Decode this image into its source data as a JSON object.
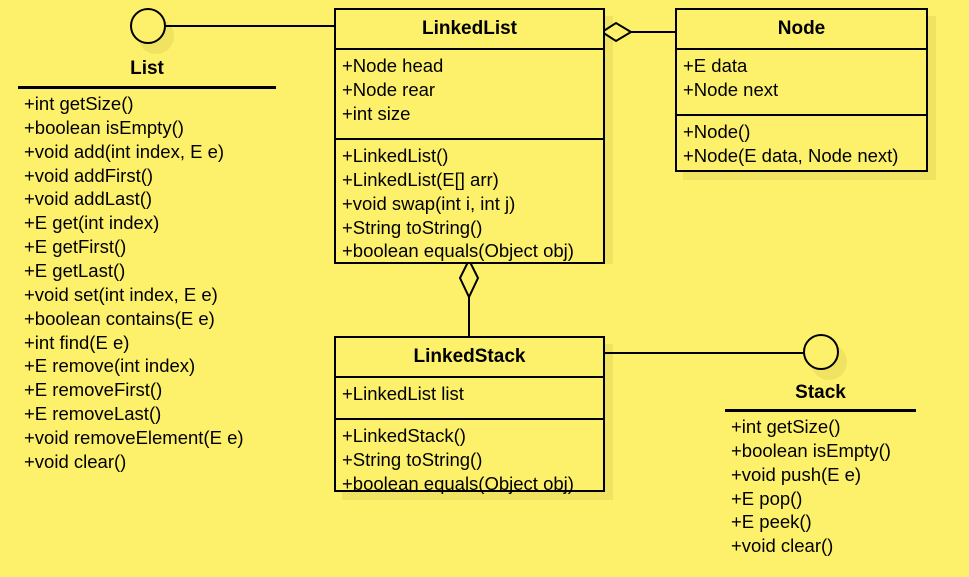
{
  "diagram": {
    "type": "uml-class-diagram",
    "background_color": "#fdf06a",
    "line_color": "#000000"
  },
  "interfaces": [
    {
      "id": "list",
      "name": "List",
      "members": [
        "+int getSize()",
        "+boolean isEmpty()",
        "+void add(int index, E e)",
        "+void addFirst()",
        "+void addLast()",
        "+E get(int index)",
        "+E getFirst()",
        "+E getLast()",
        "+void set(int index, E e)",
        "+boolean contains(E e)",
        "+int find(E e)",
        "+E remove(int index)",
        "+E removeFirst()",
        "+E removeLast()",
        "+void removeElement(E e)",
        "+void clear()"
      ]
    },
    {
      "id": "stack",
      "name": "Stack",
      "members": [
        "+int getSize()",
        "+boolean isEmpty()",
        "+void push(E e)",
        "+E pop()",
        "+E peek()",
        "+void clear()"
      ]
    }
  ],
  "classes": [
    {
      "id": "linkedlist",
      "name": "LinkedList",
      "attributes": [
        "+Node head",
        "+Node rear",
        "+int size"
      ],
      "methods": [
        "+LinkedList()",
        "+LinkedList(E[] arr)",
        "+void swap(int i, int j)",
        "+String toString()",
        "+boolean equals(Object obj)"
      ]
    },
    {
      "id": "node",
      "name": "Node",
      "attributes": [
        "+E data",
        "+Node next"
      ],
      "methods": [
        "+Node()",
        "+Node(E data, Node next)"
      ]
    },
    {
      "id": "linkedstack",
      "name": "LinkedStack",
      "attributes": [
        "+LinkedList list"
      ],
      "methods": [
        "+LinkedStack()",
        "+String toString()",
        "+boolean equals(Object obj)"
      ]
    }
  ],
  "relationships": [
    {
      "id": "list-realization",
      "kind": "realization-lollipop",
      "from": "linkedlist",
      "to": "list"
    },
    {
      "id": "node-aggregation",
      "kind": "aggregation",
      "from": "linkedlist",
      "to": "node"
    },
    {
      "id": "linkedlist-aggregation",
      "kind": "aggregation",
      "from": "linkedstack",
      "to": "linkedlist"
    },
    {
      "id": "stack-realization",
      "kind": "realization-lollipop",
      "from": "linkedstack",
      "to": "stack"
    }
  ]
}
